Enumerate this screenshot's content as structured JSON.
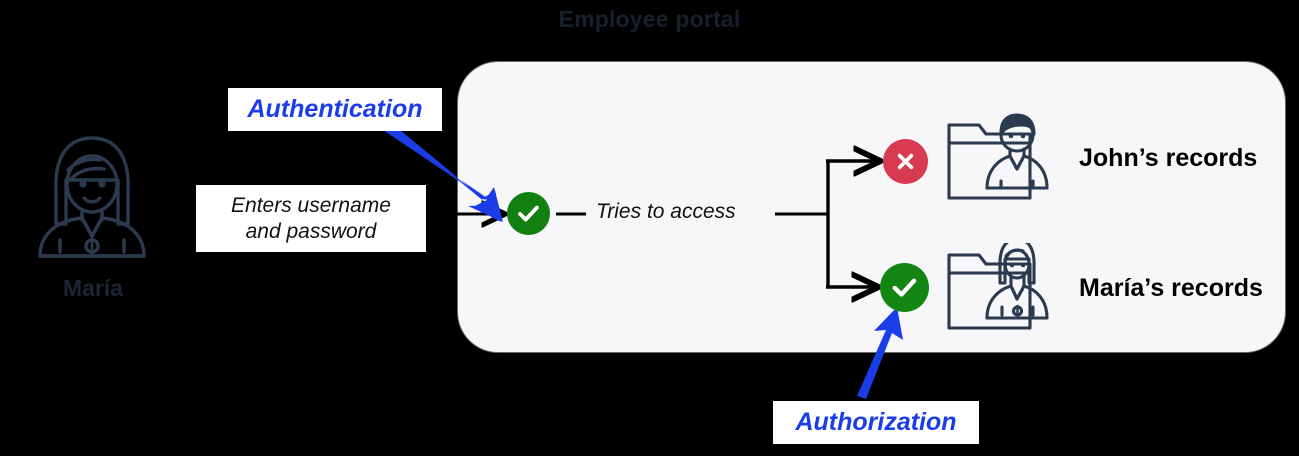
{
  "diagram": {
    "title": "Employee portal",
    "actor": {
      "name": "María",
      "icon": "female-user-avatar-icon"
    },
    "callouts": [
      {
        "id": "authentication",
        "text": "Authentication",
        "color": "#1a3de8",
        "style": "bold-italic"
      },
      {
        "id": "authorization",
        "text": "Authorization",
        "color": "#1a3de8",
        "style": "bold-italic"
      }
    ],
    "steps": {
      "credentials": "Enters username\nand password",
      "credentials_line1": "Enters username",
      "credentials_line2": "and password",
      "access_attempt": "Tries to access"
    },
    "badges": {
      "authentication_result": {
        "icon": "check-circle-icon",
        "state": "allowed",
        "color": "#118011"
      },
      "john_result": {
        "icon": "x-circle-icon",
        "state": "denied",
        "color": "#d83a51"
      },
      "maria_result": {
        "icon": "check-circle-icon",
        "state": "allowed",
        "color": "#128512"
      }
    },
    "records": [
      {
        "label": "John’s records",
        "icon": "folder-male-user-icon",
        "access": "denied"
      },
      {
        "label": "María’s records",
        "icon": "folder-female-user-icon",
        "access": "allowed"
      }
    ],
    "colors": {
      "background": "#000000",
      "card": "#f7f7f9",
      "line_art": "#2b3a4f",
      "accent_blue": "#1a3de8",
      "allow_green": "#118011",
      "deny_red": "#d83a51",
      "title_text": "#18202c"
    }
  }
}
